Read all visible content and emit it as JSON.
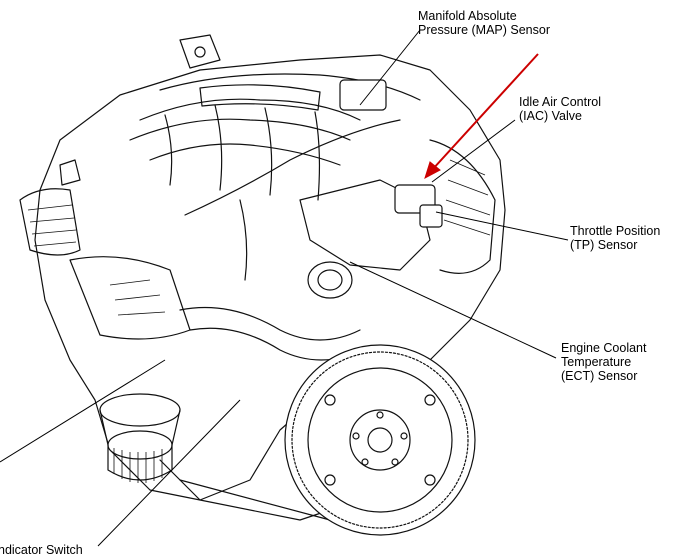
{
  "labels": {
    "map": "Manifold Absolute\nPressure (MAP) Sensor",
    "iac": "Idle Air Control\n(IAC) Valve",
    "tp": "Throttle Position\n(TP) Sensor",
    "ect": "Engine Coolant\nTemperature\n(ECT) Sensor",
    "indicator": "ndicator Switch"
  },
  "colors": {
    "leader": "#000000",
    "highlight_arrow": "#cc0000"
  }
}
